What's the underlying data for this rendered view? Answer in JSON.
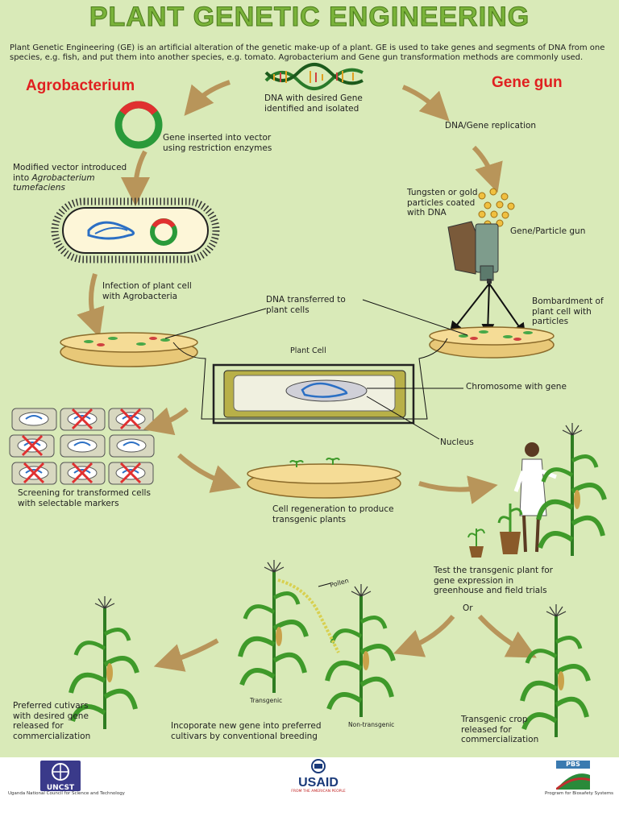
{
  "title": "PLANT GENETIC ENGINEERING",
  "intro": "Plant Genetic Engineering (GE) is an artificial alteration of the genetic make-up of a plant. GE is used to take genes and segments of DNA from one species, e.g. fish, and put them into another species, e.g.   tomato. Agrobacterium and Gene gun transformation methods are commonly used.",
  "headings": {
    "agrobacterium": "Agrobacterium",
    "gene_gun": "Gene gun"
  },
  "labels": {
    "dna": "DNA with desired Gene identified and isolated",
    "vector": "Gene inserted into vector using restriction enzymes",
    "modified_vector": "Modified vector introduced into",
    "modified_vector_italic": "Agrobacterium tumefaciens",
    "replication": "DNA/Gene replication",
    "tungsten": "Tungsten or gold particles coated with DNA",
    "particle_gun": "Gene/Particle gun",
    "infection": "Infection of plant cell with Agrobacteria",
    "dna_transferred": "DNA transferred to plant cells",
    "bombardment": "Bombardment of plant cell with particles",
    "plant_cell": "Plant Cell",
    "chromosome": "Chromosome with gene",
    "nucleus": "Nucleus",
    "screening": "Screening for transformed cells with selectable markers",
    "regeneration": "Cell regeneration to produce transgenic plants",
    "test": "Test the transgenic plant for gene expression in greenhouse and field trials",
    "or": "Or",
    "pollen": "Pollen",
    "transgenic": "Transgenic",
    "non_transgenic": "Non-transgenic",
    "preferred": "Preferred cutivars with desired gene released for commercialization",
    "incorporate": "Incoporate new gene into preferred cultivars by conventional breeding",
    "transgenic_crop": "Transgenic crop released for commercialization"
  },
  "footer": {
    "uncst_logo": "UNCST",
    "uncst_caption": "Uganda National Council for Science and Technology",
    "usaid_logo": "USAID",
    "usaid_tagline": "FROM THE AMERICAN PEOPLE",
    "pbs_logo": "PBS",
    "pbs_caption": "Program for Biosafety Systems"
  },
  "colors": {
    "background": "#d9eab8",
    "title": "#7ab33a",
    "heading": "#e02020",
    "arrow": "#b8955a",
    "dish": "#f5dc96",
    "dna_blue": "#2b6fc4"
  }
}
